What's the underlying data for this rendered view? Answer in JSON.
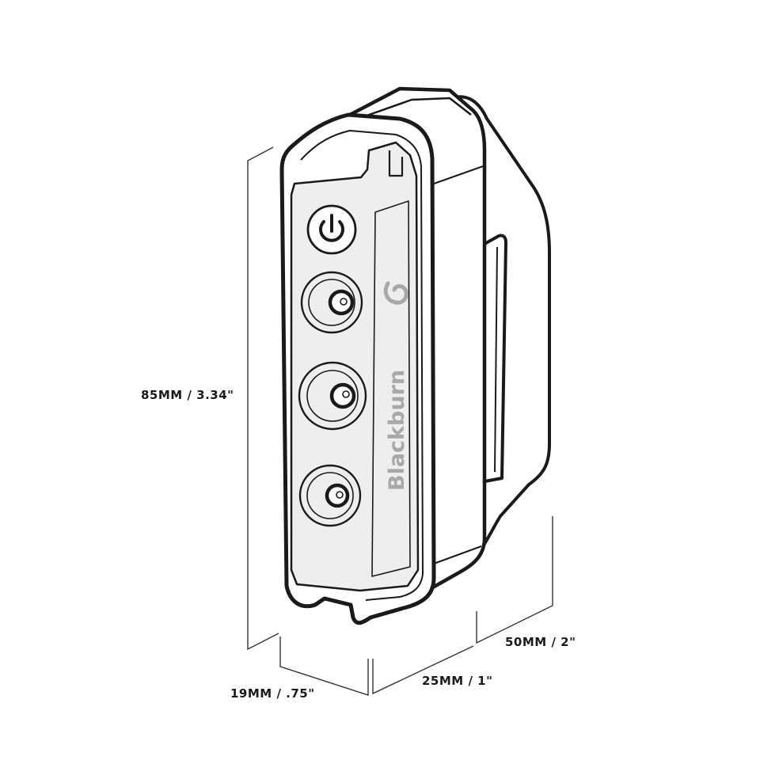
{
  "dimensions": {
    "height": "85MM / 3.34\"",
    "depth": "50MM / 2\"",
    "width": "25MM / 1\"",
    "thickness": "19MM / .75\""
  },
  "brand": {
    "name": "Blackburn"
  },
  "colors": {
    "outline": "#1a1a1a",
    "lens_fill": "#eeeeee",
    "dimension_line": "#333333",
    "logo": "#a8a8a8"
  },
  "buttons": [
    {
      "icon": "power-icon"
    },
    {
      "icon": "mode-icon"
    },
    {
      "icon": "mode-icon"
    },
    {
      "icon": "mode-icon"
    }
  ]
}
